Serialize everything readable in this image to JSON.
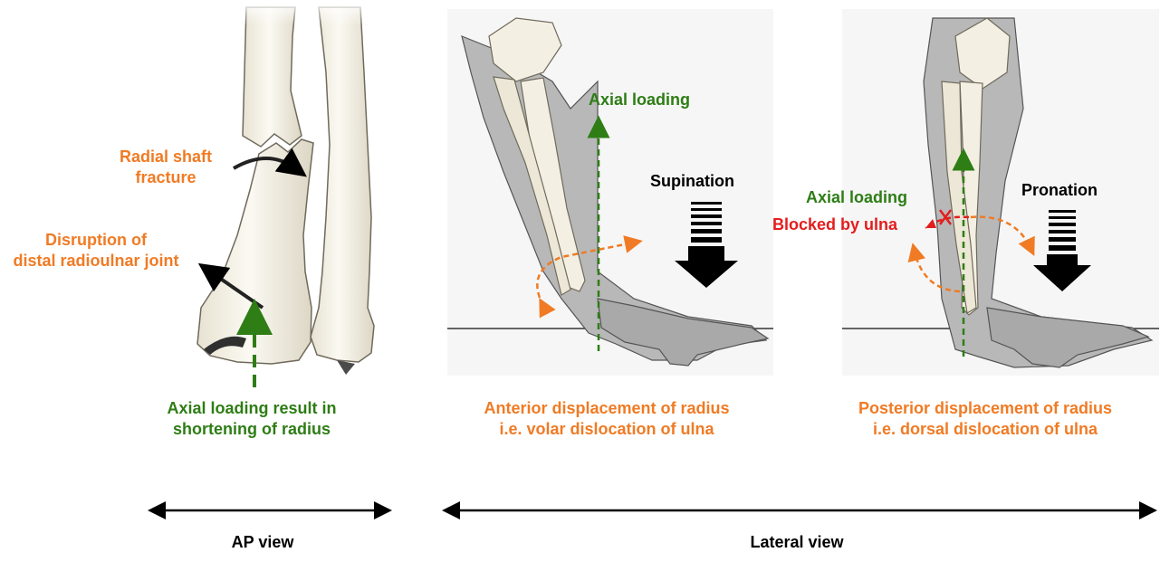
{
  "colors": {
    "orange": "#f07b24",
    "green": "#2e7d15",
    "red": "#e41d1d",
    "bone": "#f3efe2",
    "bone_outline": "#6f6a5c",
    "skin": "#b8b8b8",
    "background_panel": "#f6f6f6"
  },
  "ap_panel": {
    "radial_shaft_fracture": [
      "Radial shaft",
      "fracture"
    ],
    "drj_disruption": [
      "Disruption of",
      "distal radioulnar joint"
    ],
    "axial_loading_result": [
      "Axial loading result in",
      "shortening of radius"
    ]
  },
  "lateral_supination": {
    "axial_loading": "Axial loading",
    "rotation": "Supination",
    "caption": [
      "Anterior displacement of radius",
      "i.e. volar dislocation of ulna"
    ]
  },
  "lateral_pronation": {
    "axial_loading": "Axial loading",
    "blocked": "Blocked by ulna",
    "rotation": "Pronation",
    "caption": [
      "Posterior displacement of radius",
      "i.e. dorsal dislocation of ulna"
    ]
  },
  "views": {
    "ap": "AP view",
    "lateral": "Lateral view"
  }
}
